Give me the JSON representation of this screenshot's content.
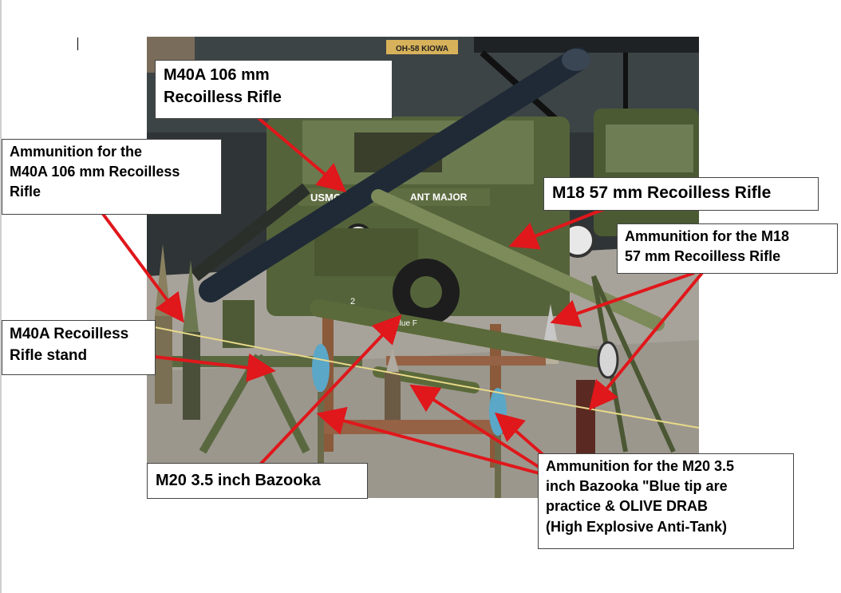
{
  "photo": {
    "hangar_sign": "OH-58 KIOWA",
    "bumper_text_left": "USMC",
    "bumper_text_right": "ANT MAJOR",
    "jeep_number": "2",
    "bazooka_marking": "Blue F"
  },
  "callouts": {
    "m40a_rifle": "M40A 106 mm\nRecoilless Rifle",
    "m40a_ammo": "Ammunition for the\nM40A 106 mm Recoilless\nRifle",
    "m18_rifle": "M18 57 mm Recoilless Rifle",
    "m18_ammo": "Ammunition for the M18\n57 mm Recoilless Rifle",
    "m40a_stand": "M40A Recoilless\nRifle stand",
    "m20_bazooka": "M20 3.5 inch Bazooka",
    "m20_ammo": "Ammunition for the M20 3.5\ninch Bazooka \"Blue tip are\npractice & OLIVE DRAB\n(High Explosive Anti-Tank)"
  },
  "colors": {
    "arrow": "#e0171b",
    "olive": "#5b6a3a",
    "floor": "#a7a39a"
  }
}
